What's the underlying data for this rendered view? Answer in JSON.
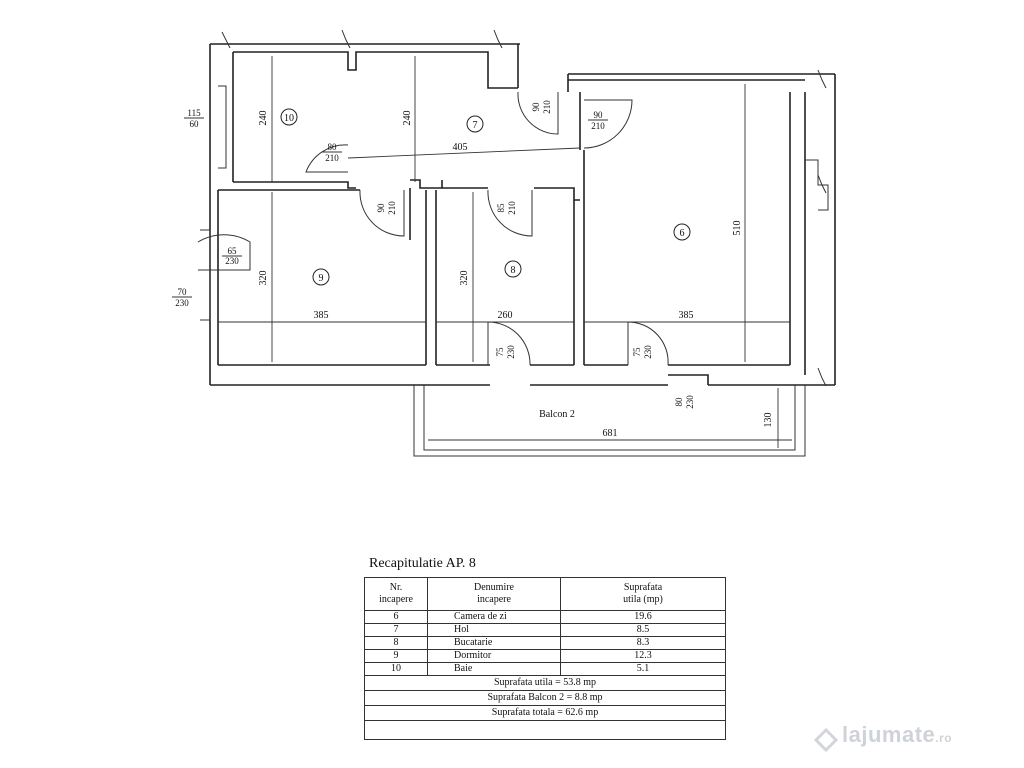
{
  "plan": {
    "rooms": {
      "r6": "6",
      "r7": "7",
      "r8": "8",
      "r9": "9",
      "r10": "10"
    },
    "balcony_label": "Balcon 2",
    "dimensions": {
      "d240a": "240",
      "d240b": "240",
      "d405": "405",
      "d510": "510",
      "d320a": "320",
      "d320b": "320",
      "d385a": "385",
      "d385b": "385",
      "d260": "260",
      "d681": "681",
      "d130": "130"
    },
    "openings": {
      "w115": "115",
      "w60": "60",
      "w70": "70",
      "w230": "230",
      "o80a": "80",
      "o210a": "210",
      "o90a": "90",
      "o210b": "210",
      "o90b": "90",
      "o210c": "210",
      "o90c": "90",
      "o210d": "210",
      "o85": "85",
      "o210e": "210",
      "o65": "65",
      "o230a": "230",
      "o75a": "75",
      "o230b": "230",
      "o75b": "75",
      "o230c": "230",
      "o80b": "80",
      "o230d": "230"
    }
  },
  "recap": {
    "title": "Recapitulatie AP. 8",
    "headers": {
      "nr_line1": "Nr.",
      "nr_line2": "incapere",
      "den_line1": "Denumire",
      "den_line2": "incapere",
      "sup_line1": "Suprafata",
      "sup_line2": "utila (mp)"
    },
    "rows": [
      {
        "nr": "6",
        "name": "Camera de zi",
        "area": "19.6"
      },
      {
        "nr": "7",
        "name": "Hol",
        "area": "8.5"
      },
      {
        "nr": "8",
        "name": "Bucatarie",
        "area": "8.3"
      },
      {
        "nr": "9",
        "name": "Dormitor",
        "area": "12.3"
      },
      {
        "nr": "10",
        "name": "Baie",
        "area": "5.1"
      }
    ],
    "summary": {
      "utila": "Suprafata utila = 53.8 mp",
      "balcon": "Suprafata Balcon 2 = 8.8 mp",
      "totala": "Suprafata totala = 62.6 mp"
    }
  },
  "watermark": {
    "brand": "lajumate",
    "tld": ".ro"
  }
}
